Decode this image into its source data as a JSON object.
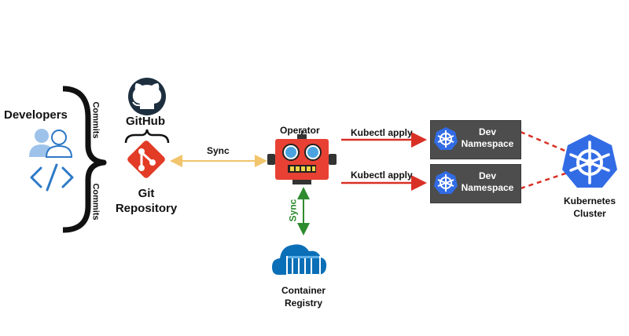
{
  "developers": {
    "label": "Developers"
  },
  "commits": {
    "top": "Commits",
    "bottom": "Commits"
  },
  "github": {
    "label": "GitHub"
  },
  "git_repo": {
    "line1": "Git",
    "line2": "Repository"
  },
  "sync_label": "Sync",
  "operator": {
    "label": "Operator"
  },
  "registry_sync_label": "Sync",
  "kubectl": {
    "apply_top": "Kubectl apply",
    "apply_bottom": "Kubectl apply"
  },
  "namespaces": [
    {
      "line1": "Dev",
      "line2": "Namespace"
    },
    {
      "line1": "Dev",
      "line2": "Namespace"
    }
  ],
  "cluster": {
    "line1": "Kubernetes",
    "line2": "Cluster"
  },
  "registry": {
    "line1": "Container",
    "line2": "Registry"
  },
  "colors": {
    "sync_arrow": "#f2c46b",
    "registry_arrow": "#2e8b2e",
    "kubectl_arrow": "#d93025",
    "git_red": "#e23b26",
    "k8s_blue": "#326ce5",
    "namespace_box": "#4d4d4d",
    "operator_red": "#e84134",
    "operator_eyes": "#4aa3df",
    "registry_blue": "#0b6fb7",
    "dev_icon_blue": "#2d79c7"
  }
}
